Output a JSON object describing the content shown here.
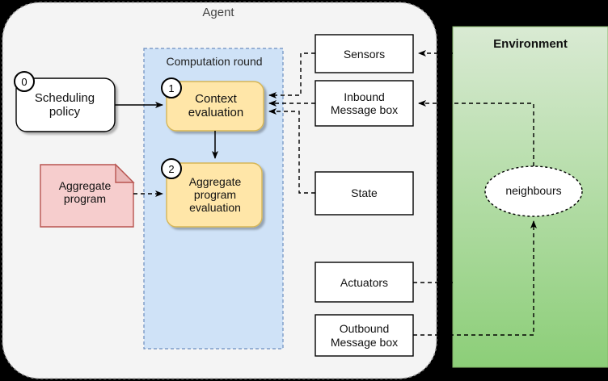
{
  "diagram": {
    "type": "architecture-diagram",
    "agent": {
      "title": "Agent",
      "fill": "#f4f4f4",
      "border": "#9a9a9a",
      "computation_round": {
        "title": "Computation round",
        "fill": "#cfe2f7",
        "border": "#6c8ebf",
        "steps": [
          {
            "number": "1",
            "label": "Context\nevaluation",
            "label_line1": "Context",
            "label_line2": "evaluation",
            "fill": "#ffe6a8"
          },
          {
            "number": "2",
            "label": "Aggregate\nprogram\nevaluation",
            "label_line1": "Aggregate",
            "label_line2": "program",
            "label_line3": "evaluation",
            "fill": "#ffe6a8"
          }
        ]
      },
      "scheduling_policy": {
        "number": "0",
        "label_line1": "Scheduling",
        "label_line2": "policy",
        "fill": "#ffffff"
      },
      "aggregate_program": {
        "label_line1": "Aggregate",
        "label_line2": "program",
        "fill": "#f6cdcd",
        "border": "#b85450"
      },
      "io_boxes": [
        {
          "name": "sensors",
          "label_line1": "Sensors",
          "label_line2": ""
        },
        {
          "name": "inbound-message-box",
          "label_line1": "Inbound",
          "label_line2": "Message box"
        },
        {
          "name": "state",
          "label_line1": "State",
          "label_line2": ""
        },
        {
          "name": "actuators",
          "label_line1": "Actuators",
          "label_line2": ""
        },
        {
          "name": "outbound-message-box",
          "label_line1": "Outbound",
          "label_line2": "Message box"
        }
      ]
    },
    "environment": {
      "title": "Environment",
      "fill_top": "#d5e8d4",
      "fill_bottom": "#8fce7d",
      "border": "#82b366",
      "neighbours": {
        "label": "neighbours",
        "fill": "#ffffff"
      }
    },
    "colors": {
      "background": "#000000",
      "yellow": "#ffe6a8",
      "yellow_border": "#d6b656",
      "blue": "#cfe2f7",
      "blue_border": "#6c8ebf",
      "pink": "#f6cdcd",
      "green": "#8fce7d",
      "line": "#000000"
    }
  }
}
